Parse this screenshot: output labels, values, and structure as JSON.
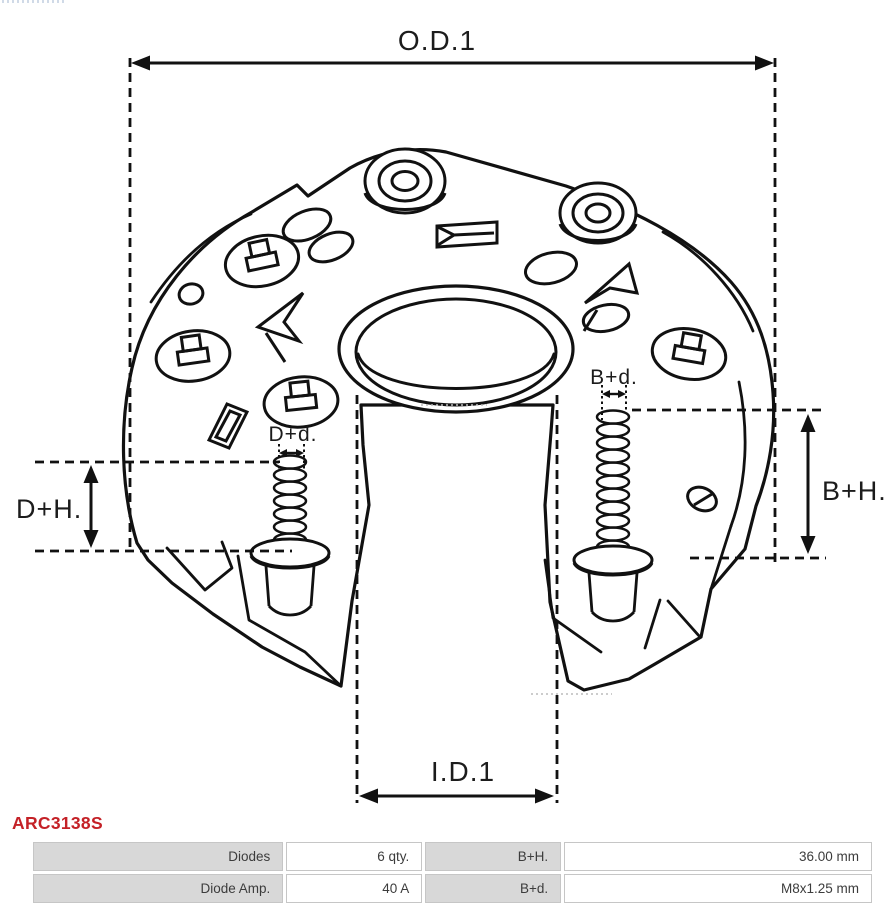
{
  "page": {
    "background": "#ffffff"
  },
  "drawing": {
    "type": "technical-diagram",
    "subject": "alternator rectifier bridge, perspective line drawing",
    "line_color": "#111111",
    "dimension_labels": {
      "od1": "O.D.1",
      "id1": "I.D.1",
      "dh": "D+H.",
      "bh": "B+H.",
      "bd": "B+d.",
      "dd": "D+d."
    }
  },
  "part_number": {
    "text": "ARC3138S",
    "color": "#c42127"
  },
  "spec_table": {
    "label_bg": "#d8d8d8",
    "value_bg": "#ffffff",
    "border_color": "#c6c6c6",
    "rows": [
      {
        "cells": [
          "Diodes",
          "6 qty.",
          "B+H.",
          "36.00 mm"
        ]
      },
      {
        "cells": [
          "Diode Amp.",
          "40 A",
          "B+d.",
          "M8x1.25 mm"
        ]
      }
    ]
  }
}
